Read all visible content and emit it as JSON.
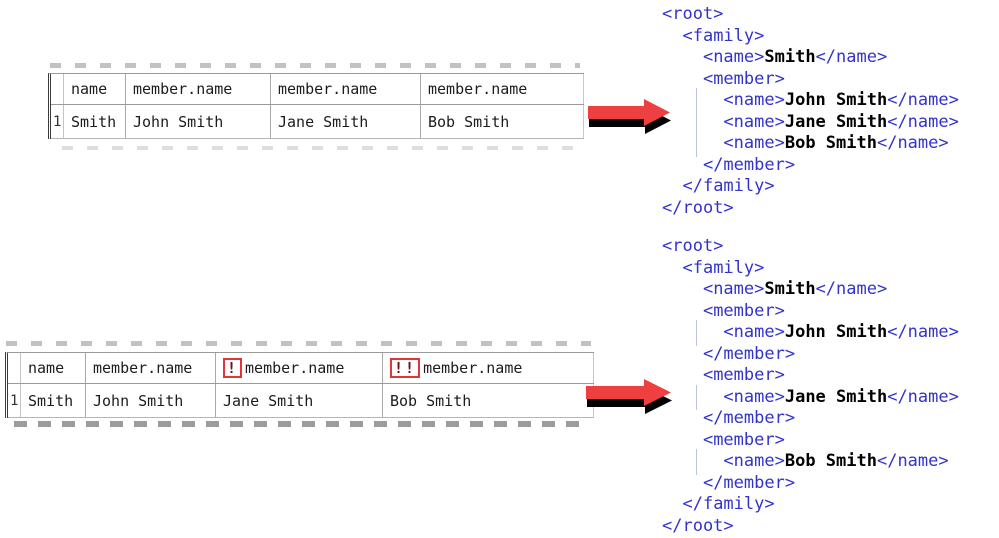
{
  "colors": {
    "xml_tag": "#3232cc",
    "xml_value": "#000000",
    "arrow_red": "#ee4040",
    "arrow_shadow": "#000000",
    "marker_border": "#e23535",
    "marker_text": "#701010",
    "table_border": "#9a9a9a",
    "table_text": "#1c1c1c"
  },
  "top_panel": {
    "table": {
      "row_number": "1",
      "headers": [
        {
          "marker": "",
          "label": "name"
        },
        {
          "marker": "",
          "label": "member.name"
        },
        {
          "marker": "",
          "label": "member.name"
        },
        {
          "marker": "",
          "label": "member.name"
        }
      ],
      "cells": [
        "Smith",
        "John Smith",
        "Jane Smith",
        "Bob Smith"
      ]
    },
    "xml_lines": [
      {
        "indent": 0,
        "open": "<root>"
      },
      {
        "indent": 2,
        "open": "<family>"
      },
      {
        "indent": 4,
        "open": "<name>",
        "value": "Smith",
        "close": "</name>"
      },
      {
        "indent": 4,
        "open": "<member>"
      },
      {
        "indent": 6,
        "open": "<name>",
        "value": "John Smith",
        "close": "</name>",
        "guide": true
      },
      {
        "indent": 6,
        "open": "<name>",
        "value": "Jane Smith",
        "close": "</name>",
        "guide": true
      },
      {
        "indent": 6,
        "open": "<name>",
        "value": "Bob Smith",
        "close": "</name>",
        "guide": true
      },
      {
        "indent": 4,
        "open": "</member>"
      },
      {
        "indent": 2,
        "open": "</family>"
      },
      {
        "indent": 0,
        "open": "</root>"
      }
    ]
  },
  "bottom_panel": {
    "table": {
      "row_number": "1",
      "headers": [
        {
          "marker": "",
          "label": "name"
        },
        {
          "marker": "",
          "label": "member.name"
        },
        {
          "marker": "!",
          "label": "member.name"
        },
        {
          "marker": "!!",
          "label": "member.name"
        }
      ],
      "cells": [
        "Smith",
        "John Smith",
        "Jane Smith",
        "Bob Smith"
      ]
    },
    "xml_lines": [
      {
        "indent": 0,
        "open": "<root>"
      },
      {
        "indent": 2,
        "open": "<family>"
      },
      {
        "indent": 4,
        "open": "<name>",
        "value": "Smith",
        "close": "</name>"
      },
      {
        "indent": 4,
        "open": "<member>"
      },
      {
        "indent": 6,
        "open": "<name>",
        "value": "John Smith",
        "close": "</name>",
        "guide": true
      },
      {
        "indent": 4,
        "open": "</member>"
      },
      {
        "indent": 4,
        "open": "<member>"
      },
      {
        "indent": 6,
        "open": "<name>",
        "value": "Jane Smith",
        "close": "</name>",
        "guide": true
      },
      {
        "indent": 4,
        "open": "</member>"
      },
      {
        "indent": 4,
        "open": "<member>"
      },
      {
        "indent": 6,
        "open": "<name>",
        "value": "Bob Smith",
        "close": "</name>",
        "guide": true
      },
      {
        "indent": 4,
        "open": "</member>"
      },
      {
        "indent": 2,
        "open": "</family>"
      },
      {
        "indent": 0,
        "open": "</root>"
      }
    ]
  }
}
